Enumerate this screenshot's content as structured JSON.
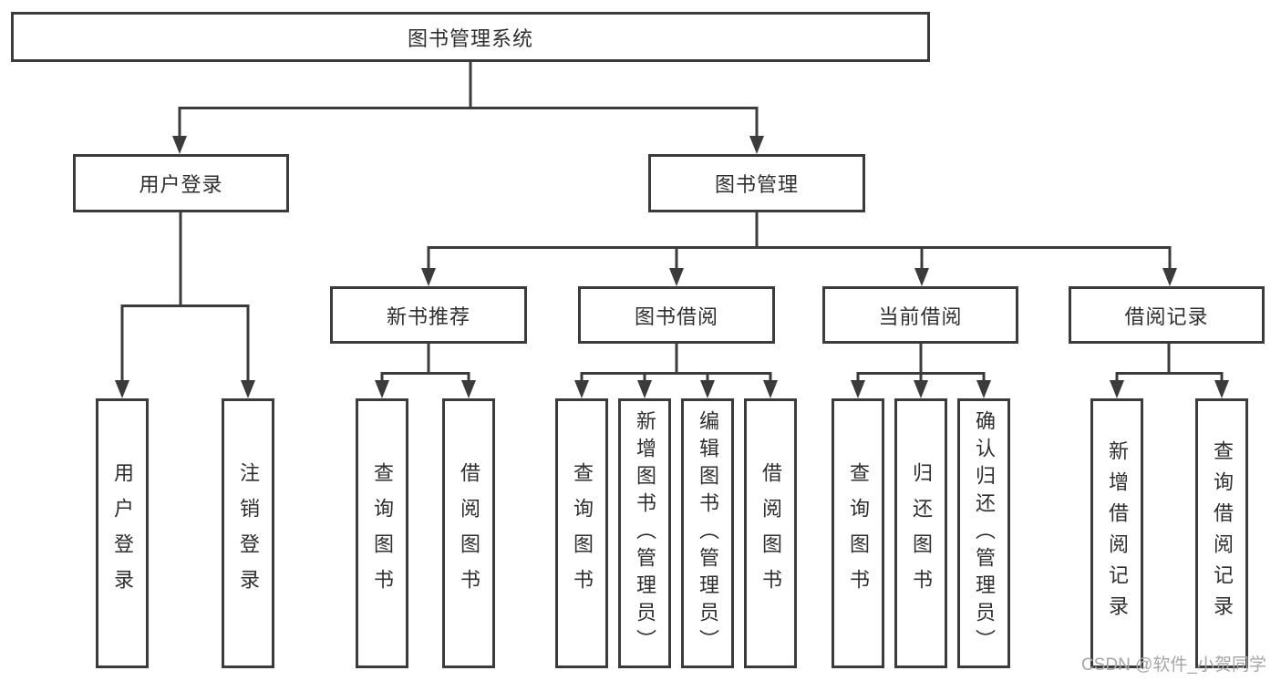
{
  "diagram": {
    "type": "hierarchy",
    "tree": {
      "label": "图书管理系统",
      "children": [
        {
          "label": "用户登录",
          "children": [
            {
              "label": "用户登录"
            },
            {
              "label": "注销登录"
            }
          ]
        },
        {
          "label": "图书管理",
          "children": [
            {
              "label": "新书推荐",
              "children": [
                {
                  "label": "查询图书"
                },
                {
                  "label": "借阅图书"
                }
              ]
            },
            {
              "label": "图书借阅",
              "children": [
                {
                  "label": "查询图书"
                },
                {
                  "label": "新增图书（管理员）"
                },
                {
                  "label": "编辑图书（管理员）"
                },
                {
                  "label": "借阅图书"
                }
              ]
            },
            {
              "label": "当前借阅",
              "children": [
                {
                  "label": "查询图书"
                },
                {
                  "label": "归还图书"
                },
                {
                  "label": "确认归还（管理员）"
                }
              ]
            },
            {
              "label": "借阅记录",
              "children": [
                {
                  "label": "新增借阅记录"
                },
                {
                  "label": "查询借阅记录"
                }
              ]
            }
          ]
        }
      ]
    },
    "colors": {
      "line": "#3b3b3b",
      "node_border": "#3b3b3b",
      "node_fill": "#ffffff",
      "text": "#2f2f2f",
      "watermark": "#a6a6a6",
      "background": "#ffffff"
    }
  },
  "watermark": {
    "text": "CSDN @软件_小贺同学"
  }
}
